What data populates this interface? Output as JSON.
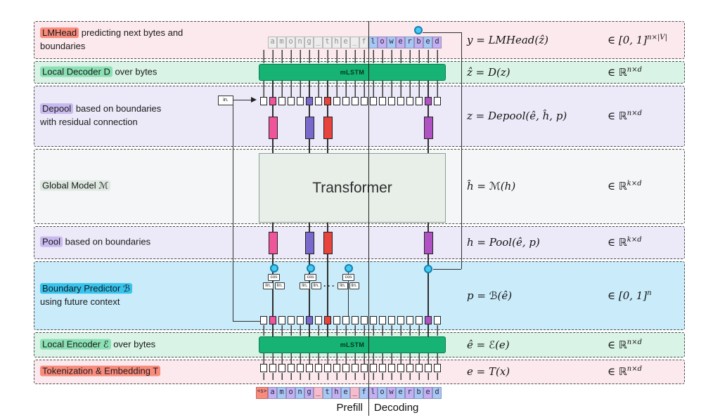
{
  "figure": {
    "transformer_label": "Transformer",
    "mlstm_label": "mLSTM",
    "in_label": "in.",
    "prefill_label": "Prefill",
    "decoding_label": "Decoding"
  },
  "bp": {
    "cos": "cos",
    "lin": "lin.",
    "dots": "···"
  },
  "byte_cells": 20,
  "boundaries": {
    "indices": [
      1,
      5,
      7,
      18
    ],
    "colors": [
      "#f0559c",
      "#7b68cc",
      "#e8433c",
      "#b152c4"
    ]
  },
  "colors": {
    "cyan_dot": "#47c9f2",
    "cyan_dot_border": "#0f81b0",
    "mlstm_green": "#16b374",
    "transformer_fill": "#e8efe9"
  },
  "bands": [
    {
      "name": "lmhead",
      "bg": "#fce9ee",
      "label": [
        {
          "t": "LMHead",
          "hl": "#f98b7c"
        },
        {
          "t": " predicting next bytes and",
          "br": true
        },
        {
          "t": "boundaries"
        }
      ],
      "formula": {
        "lhs": "y = LMHead(ẑ)",
        "dom": "∈ [0, 1]",
        "sup": "n×|V|"
      }
    },
    {
      "name": "local-decoder",
      "bg": "#d9f3e6",
      "label": [
        {
          "t": "Local Decoder D",
          "hl": "#8be0b4"
        },
        {
          "t": " over bytes"
        }
      ],
      "formula": {
        "lhs": "ẑ = D(z)",
        "dom": "∈ ℝ",
        "sup": "n×d"
      }
    },
    {
      "name": "depool",
      "bg": "#ece9f8",
      "label": [
        {
          "t": "Depool",
          "hl": "#c8b9ef"
        },
        {
          "t": " based on boundaries",
          "br": true
        },
        {
          "t": "with residual connection"
        }
      ],
      "formula": {
        "lhs": "z = Depool(ê, ĥ, p)",
        "dom": "∈ ℝ",
        "sup": "n×d"
      }
    },
    {
      "name": "global-model",
      "bg": "#f5f6f8",
      "label": [
        {
          "t": "Global Model ℳ",
          "hl": "#dfe9e2"
        }
      ],
      "formula": {
        "lhs": "ĥ = ℳ(h)",
        "dom": "∈ ℝ",
        "sup": "k×d"
      }
    },
    {
      "name": "pool",
      "bg": "#ece9f8",
      "label": [
        {
          "t": "Pool",
          "hl": "#c8b9ef"
        },
        {
          "t": " based on boundaries"
        }
      ],
      "formula": {
        "lhs": "h = Pool(ê, p)",
        "dom": "∈ ℝ",
        "sup": "k×d"
      }
    },
    {
      "name": "boundary-predictor",
      "bg": "#c9ebfa",
      "label": [
        {
          "t": "Boundary Predictor ℬ",
          "hl": "#36c3ee",
          "br": true
        },
        {
          "t": "using future context"
        }
      ],
      "formula": {
        "lhs": "p = ℬ(ê)",
        "dom": "∈ [0, 1]",
        "sup": "n"
      }
    },
    {
      "name": "local-encoder",
      "bg": "#d9f3e6",
      "label": [
        {
          "t": "Local Encoder ℰ",
          "hl": "#8be0b4"
        },
        {
          "t": " over bytes"
        }
      ],
      "formula": {
        "lhs": "ê = ℰ(e)",
        "dom": "∈ ℝ",
        "sup": "n×d"
      }
    },
    {
      "name": "tokenization",
      "bg": "#fce9ee",
      "label": [
        {
          "t": "Tokenization & Embedding T",
          "hl": "#f98b7c"
        }
      ],
      "formula": {
        "lhs": "e = T(x)",
        "dom": "∈ ℝ",
        "sup": "n×d"
      }
    }
  ],
  "top_chars": [
    {
      "c": "a",
      "bg": "#ededed",
      "dim": true
    },
    {
      "c": "m",
      "bg": "#ededed",
      "dim": true
    },
    {
      "c": "o",
      "bg": "#ededed",
      "dim": true
    },
    {
      "c": "n",
      "bg": "#ededed",
      "dim": true
    },
    {
      "c": "g",
      "bg": "#ededed",
      "dim": true
    },
    {
      "c": "_",
      "bg": "#ededed",
      "dim": true
    },
    {
      "c": "t",
      "bg": "#ededed",
      "dim": true
    },
    {
      "c": "h",
      "bg": "#ededed",
      "dim": true
    },
    {
      "c": "e",
      "bg": "#ededed",
      "dim": true
    },
    {
      "c": "_",
      "bg": "#ededed",
      "dim": true
    },
    {
      "c": "f",
      "bg": "#ededed",
      "dim": true
    },
    {
      "c": "l",
      "bg": "#a9c7f4"
    },
    {
      "c": "o",
      "bg": "#c3b0f2"
    },
    {
      "c": "w",
      "bg": "#a9c7f4"
    },
    {
      "c": "e",
      "bg": "#c3b0f2"
    },
    {
      "c": "r",
      "bg": "#a9c7f4"
    },
    {
      "c": "b",
      "bg": "#c3b0f2"
    },
    {
      "c": "e",
      "bg": "#a9c7f4"
    },
    {
      "c": "d",
      "bg": "#c3b0f2"
    }
  ],
  "bottom_chars": [
    {
      "c": "<s>",
      "bg": "#f98b7c",
      "w": 17,
      "fs": 7.5
    },
    {
      "c": "a",
      "bg": "#c3b0f2"
    },
    {
      "c": "m",
      "bg": "#a9c7f4"
    },
    {
      "c": "o",
      "bg": "#c3b0f2"
    },
    {
      "c": "n",
      "bg": "#a9c7f4"
    },
    {
      "c": "g",
      "bg": "#c3b0f2"
    },
    {
      "c": "_",
      "bg": "#f6bcce"
    },
    {
      "c": "t",
      "bg": "#a9c7f4"
    },
    {
      "c": "h",
      "bg": "#c3b0f2"
    },
    {
      "c": "e",
      "bg": "#a9c7f4"
    },
    {
      "c": "_",
      "bg": "#f6bcce"
    },
    {
      "c": "f",
      "bg": "#a9c7f4"
    },
    {
      "c": "l",
      "bg": "#c3b0f2"
    },
    {
      "c": "o",
      "bg": "#a9c7f4"
    },
    {
      "c": "w",
      "bg": "#c3b0f2"
    },
    {
      "c": "e",
      "bg": "#a9c7f4"
    },
    {
      "c": "r",
      "bg": "#c3b0f2"
    },
    {
      "c": "b",
      "bg": "#a9c7f4"
    },
    {
      "c": "e",
      "bg": "#c3b0f2"
    },
    {
      "c": "d",
      "bg": "#a9c7f4"
    }
  ]
}
